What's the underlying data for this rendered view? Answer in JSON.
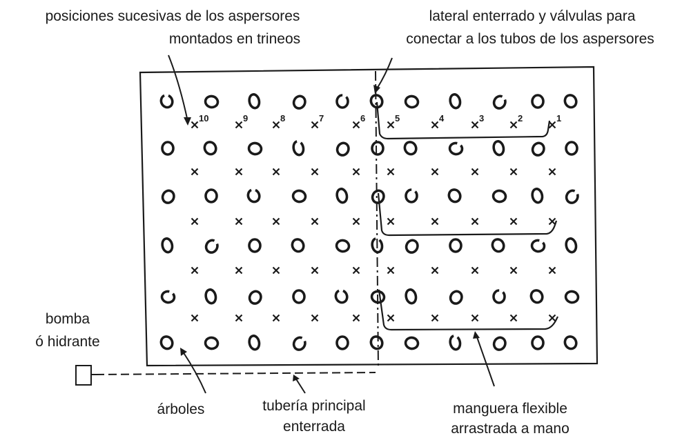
{
  "labels": {
    "sprinkler_positions_line1": "posiciones sucesivas de los aspersores",
    "sprinkler_positions_line2": "montados en trineos",
    "lateral_line1": "lateral enterrado y válvulas para",
    "lateral_line2": "conectar a los tubos de los aspersores",
    "pump_line1": "bomba",
    "pump_line2": "ó hidrante",
    "trees": "árboles",
    "main_pipe_line1": "tubería principal",
    "main_pipe_line2": "enterrada",
    "hose_line1": "manguera flexible",
    "hose_line2": "arrastrada a mano"
  },
  "position_numbers": [
    "10",
    "9",
    "8",
    "7",
    "6",
    "5",
    "4",
    "3",
    "2",
    "1"
  ],
  "icons": {
    "tree": "tree-icon",
    "sprinkler_position": "sprinkler-position-icon",
    "pump": "pump-icon"
  }
}
